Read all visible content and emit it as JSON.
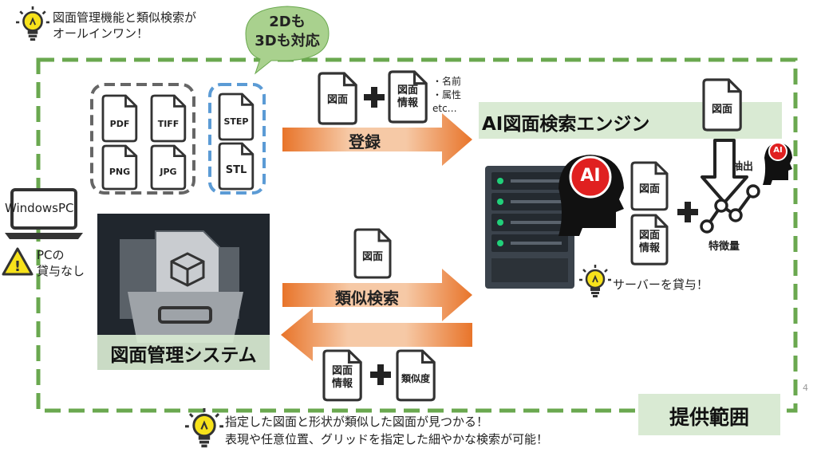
{
  "top_note": {
    "line1": "図面管理機能と類似検索が",
    "line2": "オールインワン！"
  },
  "bubble": {
    "line1": "2Dも",
    "line2": "3Dも対応"
  },
  "file_formats": [
    "PDF",
    "TIFF",
    "PNG",
    "JPG"
  ],
  "formats_3d": [
    "STEP",
    "STL"
  ],
  "pc": {
    "label": "WindowsPC",
    "warn_line1": "PCの",
    "warn_line2": "貸与なし"
  },
  "system": {
    "title": "図面管理システム"
  },
  "register": {
    "label": "登録",
    "doc1": "図面",
    "doc2_line1": "図面",
    "doc2_line2": "情報",
    "attrs": [
      "・名前",
      "・属性",
      "etc…"
    ]
  },
  "engine": {
    "title": "AI図面検索エンジン",
    "ai_badge": "AI"
  },
  "extract": {
    "doc": "図面",
    "label": "抽出",
    "ai_badge": "AI",
    "doc_a": "図面",
    "doc_b_line1": "図面",
    "doc_b_line2": "情報",
    "features": "特徴量"
  },
  "server_note": "サーバーを貸与！",
  "search": {
    "label": "類似検索",
    "doc": "図面"
  },
  "result": {
    "doc_line1": "図面",
    "doc_line2": "情報",
    "similarity": "類似度"
  },
  "scope": {
    "label": "提供範囲"
  },
  "page_number": "4",
  "bottom_note": {
    "line1": "指定した図面と形状が類似した図面が見つかる！",
    "line2": "表現や任意位置、グリッドを指定した細やかな検索が可能！"
  },
  "colors": {
    "scope_border": "#6aa84f",
    "arrow_orange": "#e8742a",
    "bubble_green": "#a9d18e",
    "band_green": "#d9ead3",
    "dark_panel": "#20262d",
    "bulb_yellow": "#f7e21b"
  }
}
